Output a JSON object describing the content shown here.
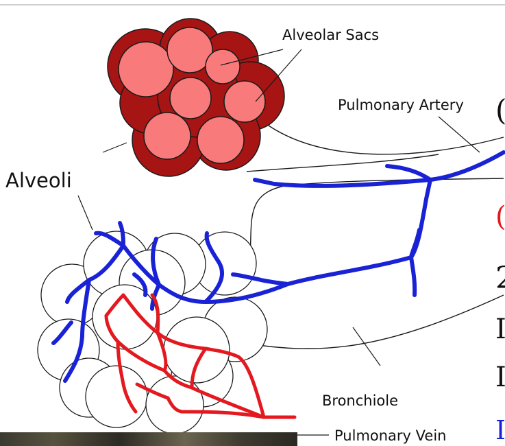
{
  "diagram": {
    "labels": {
      "alveolar_sacs": "Alveolar Sacs",
      "pulmonary_artery": "Pulmonary Artery",
      "alveoli": "Alveoli",
      "bronchiole": "Bronchiole",
      "pulmonary_vein": "Pulmonary Vein"
    },
    "colors": {
      "sac_outer": "#a61414",
      "sac_inner": "#f97a7a",
      "artery_vessel": "#1a22d6",
      "vein_vessel": "#e3191f",
      "outline": "#1a1a1a",
      "alveolus_fill": "#ffffff"
    }
  },
  "side_text": {
    "frag1": "(",
    "frag2": "(",
    "frag3": "2",
    "frag4": "I",
    "frag5": "I",
    "frag6": "I",
    "colors": {
      "frag1": "#111111",
      "frag2": "#e3191f",
      "frag3": "#111111",
      "frag4": "#111111",
      "frag5": "#111111",
      "frag6": "#1a22d6"
    }
  },
  "photo": {
    "description_icon": "photo-thumbnail"
  }
}
